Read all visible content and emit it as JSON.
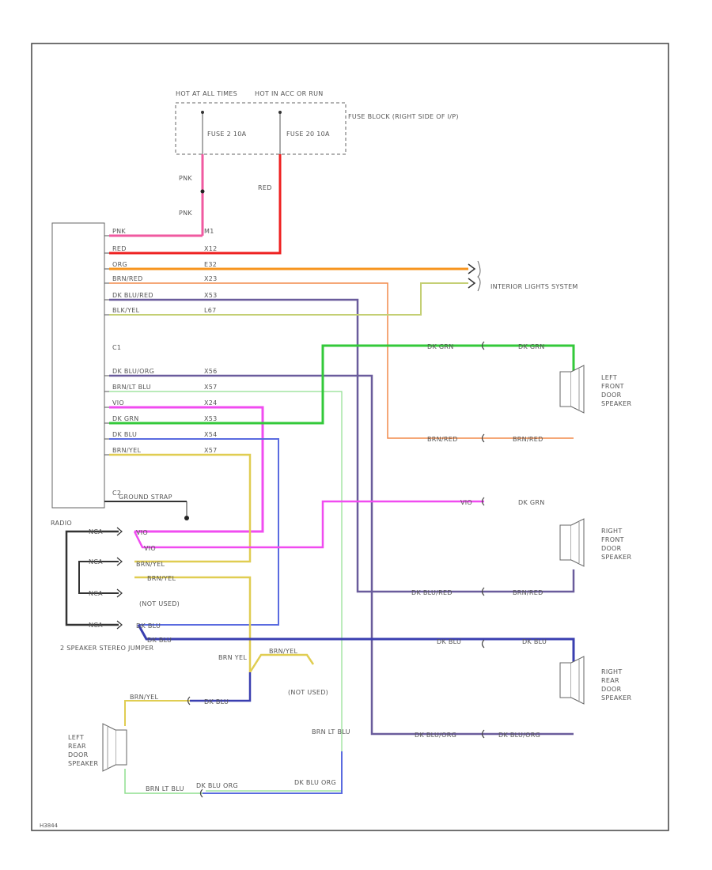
{
  "fuse_block": {
    "hot_at_all_times": "HOT AT ALL TIMES",
    "hot_in_acc": "HOT IN ACC OR RUN",
    "fuse2": "FUSE 2 10A",
    "fuse20": "FUSE 20 10A",
    "label": "FUSE BLOCK (RIGHT SIDE OF I/P)"
  },
  "feed_wires": {
    "pink_upper": "PNK",
    "pink_lower": "PNK",
    "red": "RED"
  },
  "radio_c1": {
    "connector": "C1",
    "pins": [
      {
        "color": "PNK",
        "circuit": "M1"
      },
      {
        "color": "RED",
        "circuit": "X12"
      },
      {
        "color": "ORG",
        "circuit": "E32"
      },
      {
        "color": "BRN/RED",
        "circuit": "X23"
      },
      {
        "color": "DK BLU/RED",
        "circuit": "X53"
      },
      {
        "color": "BLK/YEL",
        "circuit": "L67"
      }
    ]
  },
  "radio_c2": {
    "connector": "C2",
    "pins": [
      {
        "color": "DK BLU/ORG",
        "circuit": "X56"
      },
      {
        "color": "BRN/LT BLU",
        "circuit": "X57"
      },
      {
        "color": "VIO",
        "circuit": "X24"
      },
      {
        "color": "DK GRN",
        "circuit": "X53"
      },
      {
        "color": "DK BLU",
        "circuit": "X54"
      },
      {
        "color": "BRN/YEL",
        "circuit": "X57"
      }
    ],
    "ground": "GROUND STRAP"
  },
  "radio_label": "RADIO",
  "interior_lights": "INTERIOR LIGHTS SYSTEM",
  "jumper": {
    "label": "2 SPEAKER STEREO JUMPER",
    "rows": [
      "NCA",
      "NCA",
      "NCA",
      "NCA"
    ],
    "wires": [
      "VIO",
      "VIO",
      "BRN/YEL",
      "BRN/YEL",
      "(NOT USED)",
      "DK BLU",
      "DK BLU"
    ]
  },
  "speakers": {
    "left_front": "LEFT FRONT DOOR SPEAKER",
    "right_front": "RIGHT FRONT DOOR SPEAKER",
    "right_rear": "RIGHT REAR DOOR SPEAKER",
    "left_rear": "LEFT REAR DOOR SPEAKER"
  },
  "speaker_wires": {
    "lf_top_a": "DK GRN",
    "lf_top_b": "DK GRN",
    "lf_bot_a": "BRN/RED",
    "lf_bot_b": "BRN/RED",
    "rf_top_a": "VIO",
    "rf_top_b": "DK GRN",
    "rf_bot_a": "DK BLU/RED",
    "rf_bot_b": "BRN/RED",
    "rr_top_a": "DK BLU",
    "rr_top_b": "DK BLU",
    "rr_bot_a": "DK BLU/ORG",
    "rr_bot_b": "DK BLU/ORG",
    "lr_top_a": "BRN/YEL",
    "lr_top_b": "DK BLU",
    "lr_bot_a": "BRN LT BLU",
    "lr_bot_b": "DK BLU ORG",
    "lr_bot_c": "DK BLU ORG"
  },
  "misc": {
    "brn_yel": "BRN YEL",
    "brn_yel2": "BRN/YEL",
    "not_used": "(NOT USED)",
    "brn_lt_blu": "BRN LT BLU",
    "code": "H3844"
  },
  "colors": {
    "pink": "#f05aa0",
    "red": "#ee2020",
    "orange": "#f7941d",
    "brown": "#f28a4a",
    "darkblue": "#3a3fb0",
    "purple": "#6a5c9c",
    "yellowgreen": "#c4cf74",
    "green": "#33c93a",
    "magenta": "#f04cf0",
    "blue": "#5a6be0",
    "yellow": "#e0cd52",
    "lightgreen": "#8fdf8f"
  }
}
